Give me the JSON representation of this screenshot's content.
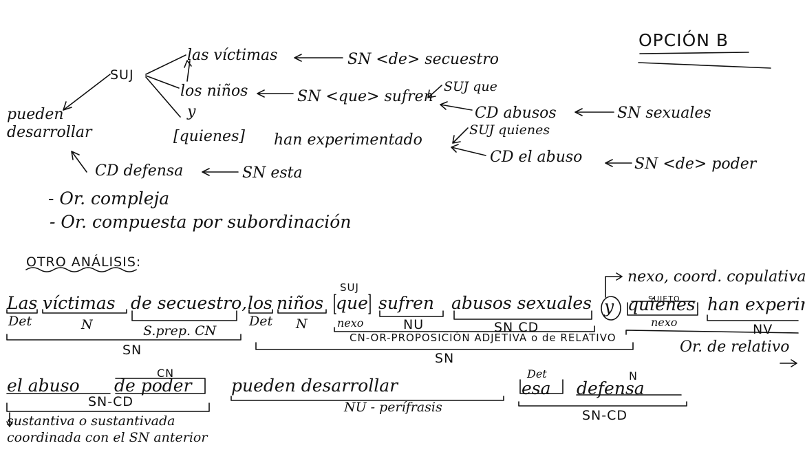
{
  "header": {
    "option_title": "OPCIÓN B"
  },
  "tree": {
    "suj": "SUJ",
    "verb_line1": "pueden",
    "verb_line2": "desarrollar",
    "victimas": "las víctimas",
    "victimas_mod": "SN <de> secuestro",
    "ninos": "los niños",
    "ninos_mod": "SN <que> sufren",
    "suj_que": "SUJ que",
    "cd_abusos": "CD abusos",
    "abusos_mod": "SN sexuales",
    "y": "y",
    "quienes": "[quienes]",
    "han_exp": "han experimentado",
    "suj_quienes": "SUJ quienes",
    "cd_abuso": "CD el abuso",
    "abuso_mod": "SN <de> poder",
    "cd_defensa": "CD defensa",
    "defensa_mod": "SN esta",
    "notes": [
      "- Or. compleja",
      "- Or. compuesta por subordinación"
    ]
  },
  "otro": {
    "title": "OTRO ANÁLISIS:",
    "row1": {
      "words": [
        "Las",
        "víctimas",
        "de secuestro,",
        "los",
        "niños",
        "que",
        "sufren",
        "abusos sexuales",
        "y",
        "quienes",
        "han experimen"
      ],
      "labels": {
        "det1": "Det",
        "n1": "N",
        "spep": "S.prep. CN",
        "sn1": "SN",
        "det2": "Det",
        "n2": "N",
        "suj": "SUJ",
        "nexo1": "nexo",
        "nu1": "NU",
        "sn_cd": "SN CD",
        "cn_or": "CN-OR-PROPOSICIÓN ADJETIVA o de RELATIVO",
        "sn2": "SN",
        "nexo_coord": "nexo, coord. copulativa",
        "sujeto": "SUJETO",
        "nexo2": "nexo",
        "nv": "NV",
        "or_rel": "Or. de relativo"
      }
    },
    "row2": {
      "words": [
        "el abuso",
        "de poder",
        "pueden desarrollar",
        "esa",
        "defensa"
      ],
      "labels": {
        "cn": "CN",
        "sn_cd1": "SN-CD",
        "nu_perif": "NU - perífrasis",
        "det": "Det",
        "n": "N",
        "sn_cd2": "SN-CD",
        "note1": "sustantiva o sustantivada",
        "note2": "coordinada con el SN anterior"
      }
    }
  }
}
